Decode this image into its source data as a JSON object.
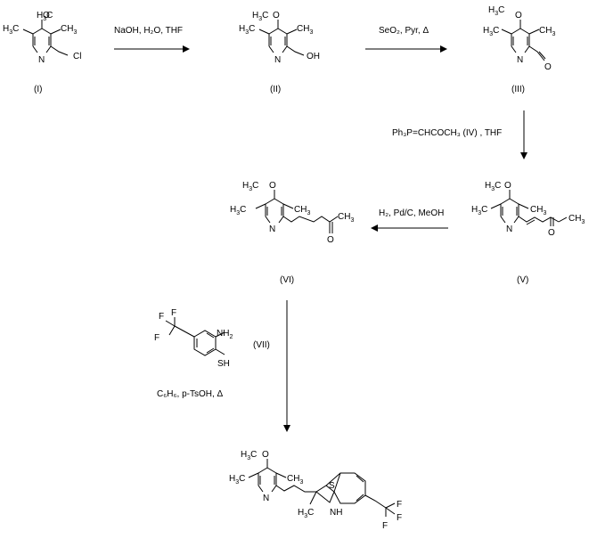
{
  "compounds": {
    "I": {
      "label": "(I)"
    },
    "II": {
      "label": "(II)"
    },
    "III": {
      "label": "(III)"
    },
    "V": {
      "label": "(V)"
    },
    "VI": {
      "label": "(VI)"
    },
    "VII": {
      "label": "(VII)"
    }
  },
  "atoms": {
    "o": "O",
    "n": "N",
    "c": "C",
    "h": "H",
    "cl": "Cl",
    "oh": "OH",
    "s": "S",
    "f": "F",
    "nh": "NH",
    "sh": "SH",
    "sub2": "2",
    "sub3": "3"
  },
  "conditions": {
    "step1": "NaOH, H₂O, THF",
    "step2": "SeO₂, Pyr, Δ",
    "step3": "Ph₃P=CHCOCH₃ (IV) , THF",
    "step4": "H₂, Pd/C, MeOH",
    "step5": "C₆H₆, p-TsOH, Δ"
  }
}
